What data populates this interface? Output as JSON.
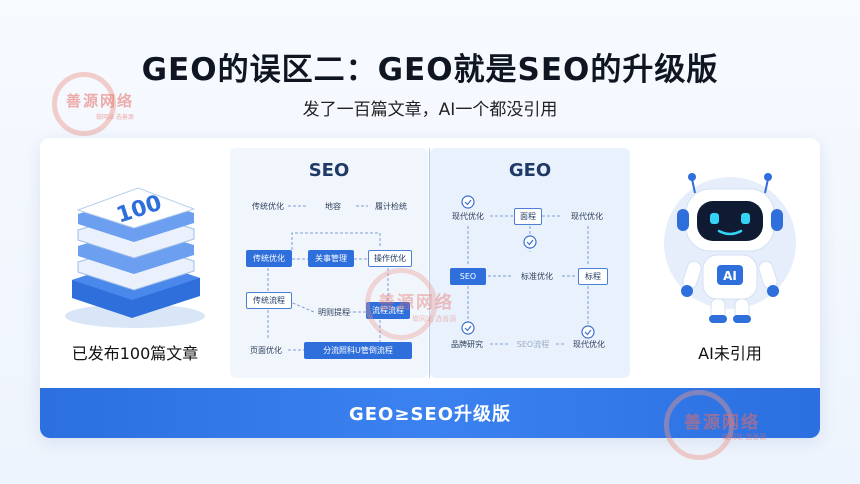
{
  "title": "GEO的误区二：GEO就是SEO的升级版",
  "subtitle": "发了一百篇文章，AI一个都没引用",
  "left": {
    "stack_number": "100",
    "caption": "已发布100篇文章"
  },
  "right": {
    "robot_badge": "AI",
    "caption": "AI未引用"
  },
  "seo": {
    "title": "SEO",
    "nodes": [
      "传统优化",
      "地容",
      "履计检统",
      "传统优化",
      "关事管理",
      "操作优化",
      "传统流程",
      "明则提程",
      "流程流程",
      "页面优化",
      "分流照科U管倒流程"
    ]
  },
  "geo": {
    "title": "GEO",
    "nodes": [
      "现代优化",
      "面程",
      "现代优化",
      "SEO",
      "标准优化",
      "标程",
      "品牌研究",
      "SEO流程",
      "现代优化"
    ]
  },
  "banner": "GEO≥SEO升级版",
  "watermark": {
    "main": "善源网络",
    "sub": "做网站 选善源"
  },
  "colors": {
    "accent": "#2f6fdc",
    "banner": "#3b82f0"
  }
}
